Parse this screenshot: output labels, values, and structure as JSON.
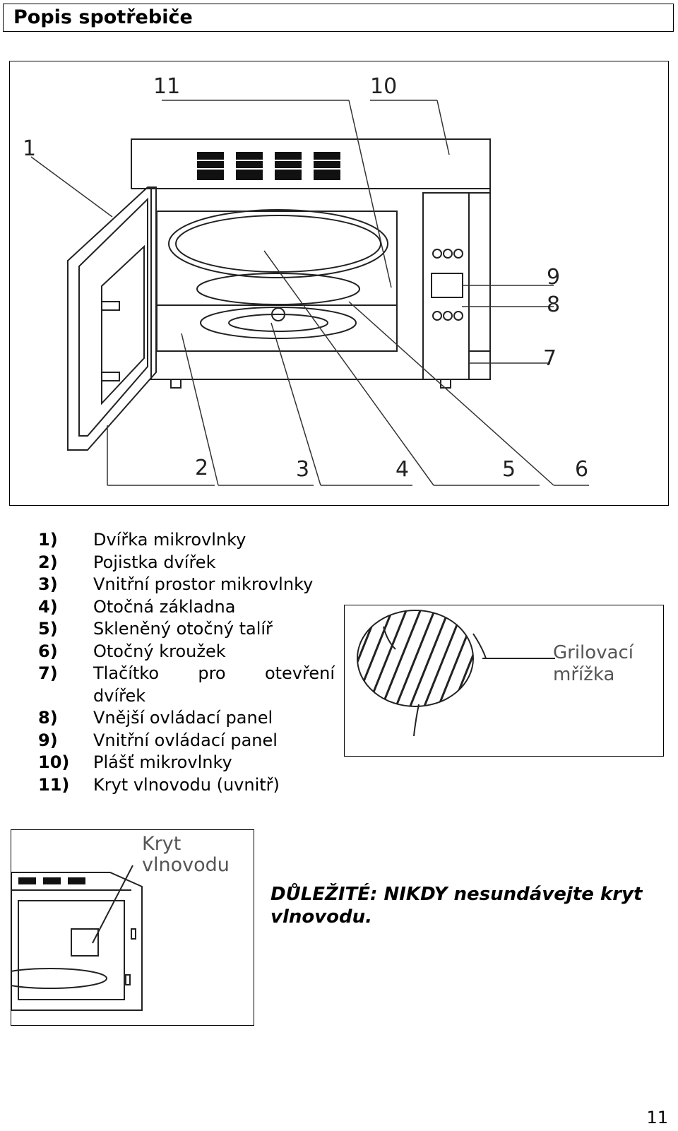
{
  "page": {
    "title": "Popis spotřebiče",
    "page_number": "11"
  },
  "diagram": {
    "callouts": [
      "11",
      "10",
      "1",
      "9",
      "8",
      "7",
      "2",
      "3",
      "4",
      "5",
      "6"
    ]
  },
  "parts": [
    {
      "num": "1)",
      "text": "Dvířka mikrovlnky"
    },
    {
      "num": "2)",
      "text": "Pojistka dvířek"
    },
    {
      "num": "3)",
      "text": "Vnitřní prostor mikrovlnky"
    },
    {
      "num": "4)",
      "text": "Otočná základna"
    },
    {
      "num": "5)",
      "text": "Skleněný otočný talíř"
    },
    {
      "num": "6)",
      "text": "Otočný kroužek"
    },
    {
      "num": "7)",
      "text": "Tlačítko pro otevření dvířek"
    },
    {
      "num": "8)",
      "text": "Vnější ovládací panel"
    },
    {
      "num": "9)",
      "text": "Vnitřní ovládací panel"
    },
    {
      "num": "10)",
      "text": "Plášť mikrovlnky"
    },
    {
      "num": "11)",
      "text": "Kryt vlnovodu (uvnitř)"
    }
  ],
  "grill": {
    "label_line1": "Grilovací",
    "label_line2": "mřížka"
  },
  "cover": {
    "label_line1": "Kryt",
    "label_line2": "vlnovodu"
  },
  "warning": {
    "text": "DŮLEŽITÉ: NIKDY nesundávejte kryt vlnovodu."
  }
}
